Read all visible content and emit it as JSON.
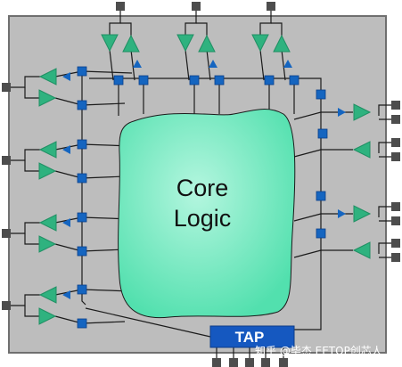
{
  "diagram": {
    "core_label_line1": "Core",
    "core_label_line2": "Logic",
    "tap_label": "TAP",
    "watermark": "知乎 @毕杰 EETOP创芯人"
  },
  "colors": {
    "chip_fill": "#bdbdbd",
    "chip_border": "#6f6f6f",
    "wire": "#1b1b1b",
    "core_fill": "#5fe7b6",
    "core_highlight": "#b4f6df",
    "pad": "#4d4d4d",
    "boundary_cell": "#1565c0",
    "buffer": "#2fb27f",
    "buffer_dark": "#1f8f63",
    "tap_fill": "#1558c0",
    "tap_text": "#ffffff"
  },
  "icons": {
    "io_pad": "dark-gray-square",
    "boundary_scan_cell": "blue-square",
    "buffer": "green-triangle"
  }
}
